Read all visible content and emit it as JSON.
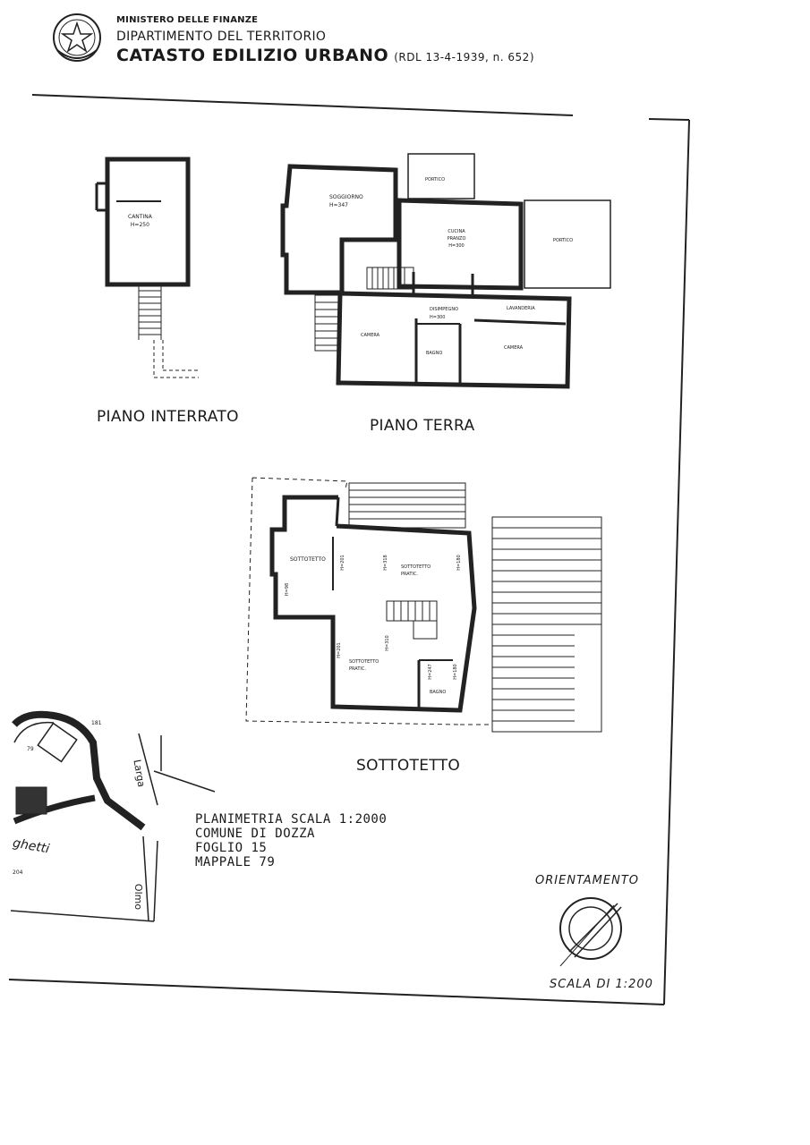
{
  "header": {
    "ministry": "MINISTERO DELLE FINANZE",
    "department": "DIPARTIMENTO DEL TERRITORIO",
    "title": "CATASTO EDILIZIO URBANO",
    "law_ref": "(RDL 13-4-1939, n. 652)"
  },
  "plans": {
    "basement": {
      "caption": "PIANO INTERRATO",
      "rooms": [
        {
          "name": "CANTINA",
          "height": "H=250"
        }
      ]
    },
    "ground": {
      "caption": "PIANO TERRA",
      "rooms": [
        {
          "name": "PORTICO"
        },
        {
          "name": "SOGGIORNO",
          "height": "H=347"
        },
        {
          "name": "CUCINA PRANZO",
          "height": "H=300"
        },
        {
          "name": "PORTICO"
        },
        {
          "name": "DISIMPEGNO",
          "height": "H=300"
        },
        {
          "name": "LAVANDERIA"
        },
        {
          "name": "CAMERA"
        },
        {
          "name": "BAGNO"
        },
        {
          "name": "CAMERA"
        }
      ]
    },
    "attic": {
      "caption": "SOTTOTETTO",
      "rooms": [
        {
          "name": "SOTTOTETTO"
        },
        {
          "name": "SOTTOTETTO PRATIC."
        },
        {
          "name": "SOTTOTETTO PRATIC."
        },
        {
          "name": "BAGNO"
        }
      ],
      "heights": [
        "H=98",
        "H=201",
        "H=318",
        "H=180",
        "H=201",
        "H=310",
        "H=247",
        "H=180"
      ]
    }
  },
  "map": {
    "labels": [
      "Larga",
      "ghetti",
      "Olmo",
      "181",
      "79",
      "204"
    ]
  },
  "legend": {
    "scale_line": "PLANIMETRIA SCALA 1:2000",
    "comune_line": "COMUNE DI DOZZA",
    "foglio_line": "FOGLIO 15",
    "mappale_line": "MAPPALE 79"
  },
  "orientation": {
    "label": "ORIENTAMENTO",
    "scale": "SCALA DI 1:200"
  }
}
